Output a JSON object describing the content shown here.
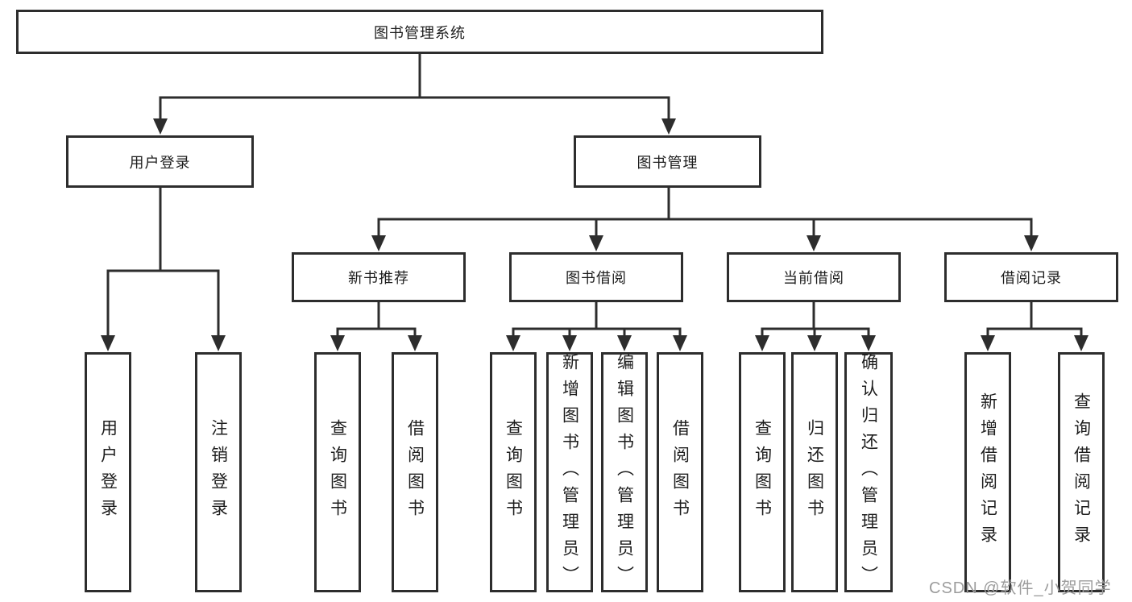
{
  "tree": {
    "root": {
      "label": "图书管理系统"
    },
    "branches": [
      {
        "label": "用户登录",
        "children": [
          {
            "label": "用户登录"
          },
          {
            "label": "注销登录"
          }
        ]
      },
      {
        "label": "图书管理",
        "children": [
          {
            "label": "新书推荐",
            "children": [
              {
                "label": "查询图书"
              },
              {
                "label": "借阅图书"
              }
            ]
          },
          {
            "label": "图书借阅",
            "children": [
              {
                "label": "查询图书"
              },
              {
                "label": "新增图书（管理员）"
              },
              {
                "label": "编辑图书（管理员）"
              },
              {
                "label": "借阅图书"
              }
            ]
          },
          {
            "label": "当前借阅",
            "children": [
              {
                "label": "查询图书"
              },
              {
                "label": "归还图书"
              },
              {
                "label": "确认归还（管理员）"
              }
            ]
          },
          {
            "label": "借阅记录",
            "children": [
              {
                "label": "新增借阅记录"
              },
              {
                "label": "查询借阅记录"
              }
            ]
          }
        ]
      }
    ]
  },
  "watermark": {
    "text": "CSDN @软件_小贺同学",
    "color": "#9c9c9c"
  },
  "colors": {
    "background": "#ffffff",
    "line": "#2d2d2d",
    "box_border": "#2d2d2d",
    "text": "#1d1d1d"
  }
}
